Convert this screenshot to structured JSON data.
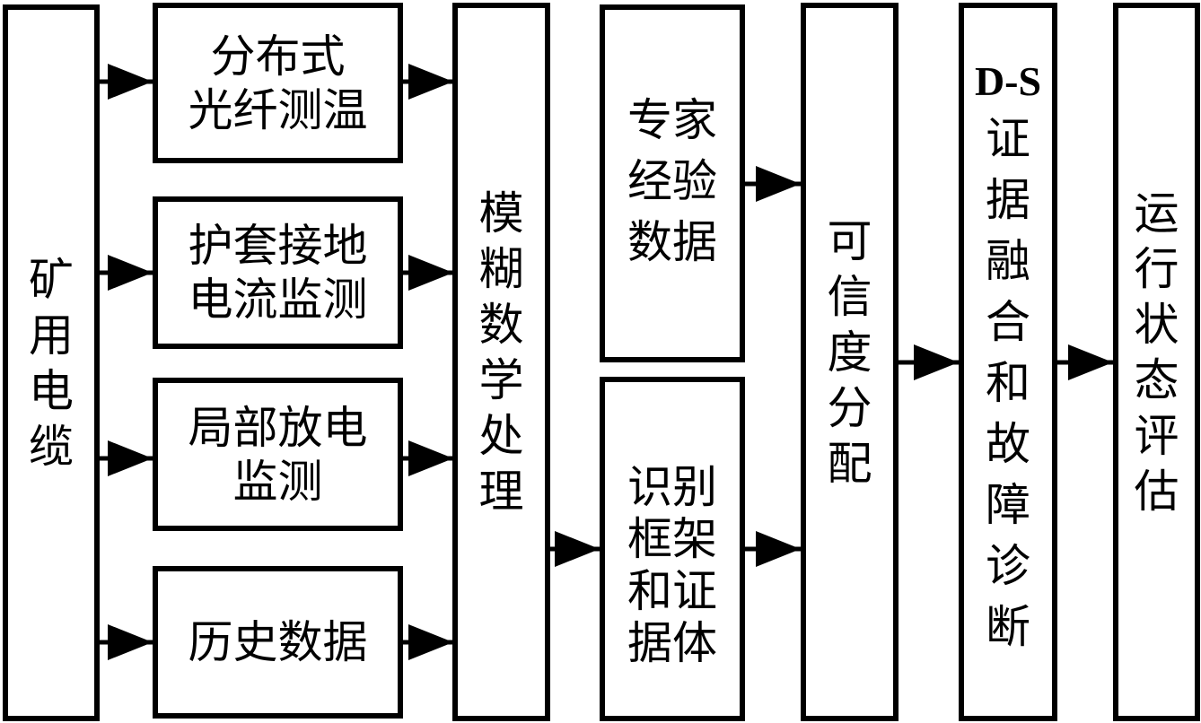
{
  "diagram": {
    "source": {
      "label": "矿用电缆"
    },
    "monitors": [
      {
        "label": "分布式\n光纤测温"
      },
      {
        "label": "护套接地\n电流监测"
      },
      {
        "label": "局部放电\n监测"
      },
      {
        "label": "历史数据"
      }
    ],
    "fuzzy": {
      "label": "模糊数学处理"
    },
    "expert": {
      "label": "专家\n经验\n数据"
    },
    "frame": {
      "label": "识别\n框架\n和证\n据体"
    },
    "credibility": {
      "label": "可信度分配"
    },
    "ds_fusion": {
      "prefix": "D-S",
      "label": "证据融合和故障诊断"
    },
    "evaluation": {
      "label": "运行状态评估"
    }
  }
}
